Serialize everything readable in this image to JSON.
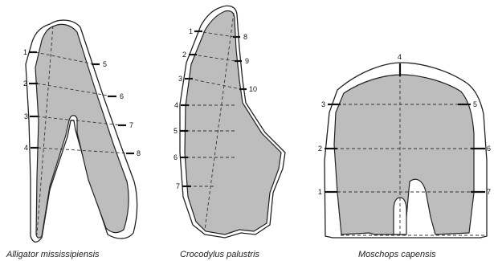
{
  "panels": [
    {
      "caption": "Alligator mississipiensis",
      "labels": [
        "1",
        "2",
        "3",
        "4",
        "5",
        "6",
        "7",
        "8"
      ]
    },
    {
      "caption": "Crocodylus palustris",
      "labels": [
        "1",
        "2",
        "3",
        "4",
        "5",
        "6",
        "7",
        "8",
        "9",
        "10"
      ]
    },
    {
      "caption": "Moschops capensis",
      "labels": [
        "1",
        "2",
        "3",
        "4",
        "5",
        "6",
        "7"
      ]
    }
  ]
}
